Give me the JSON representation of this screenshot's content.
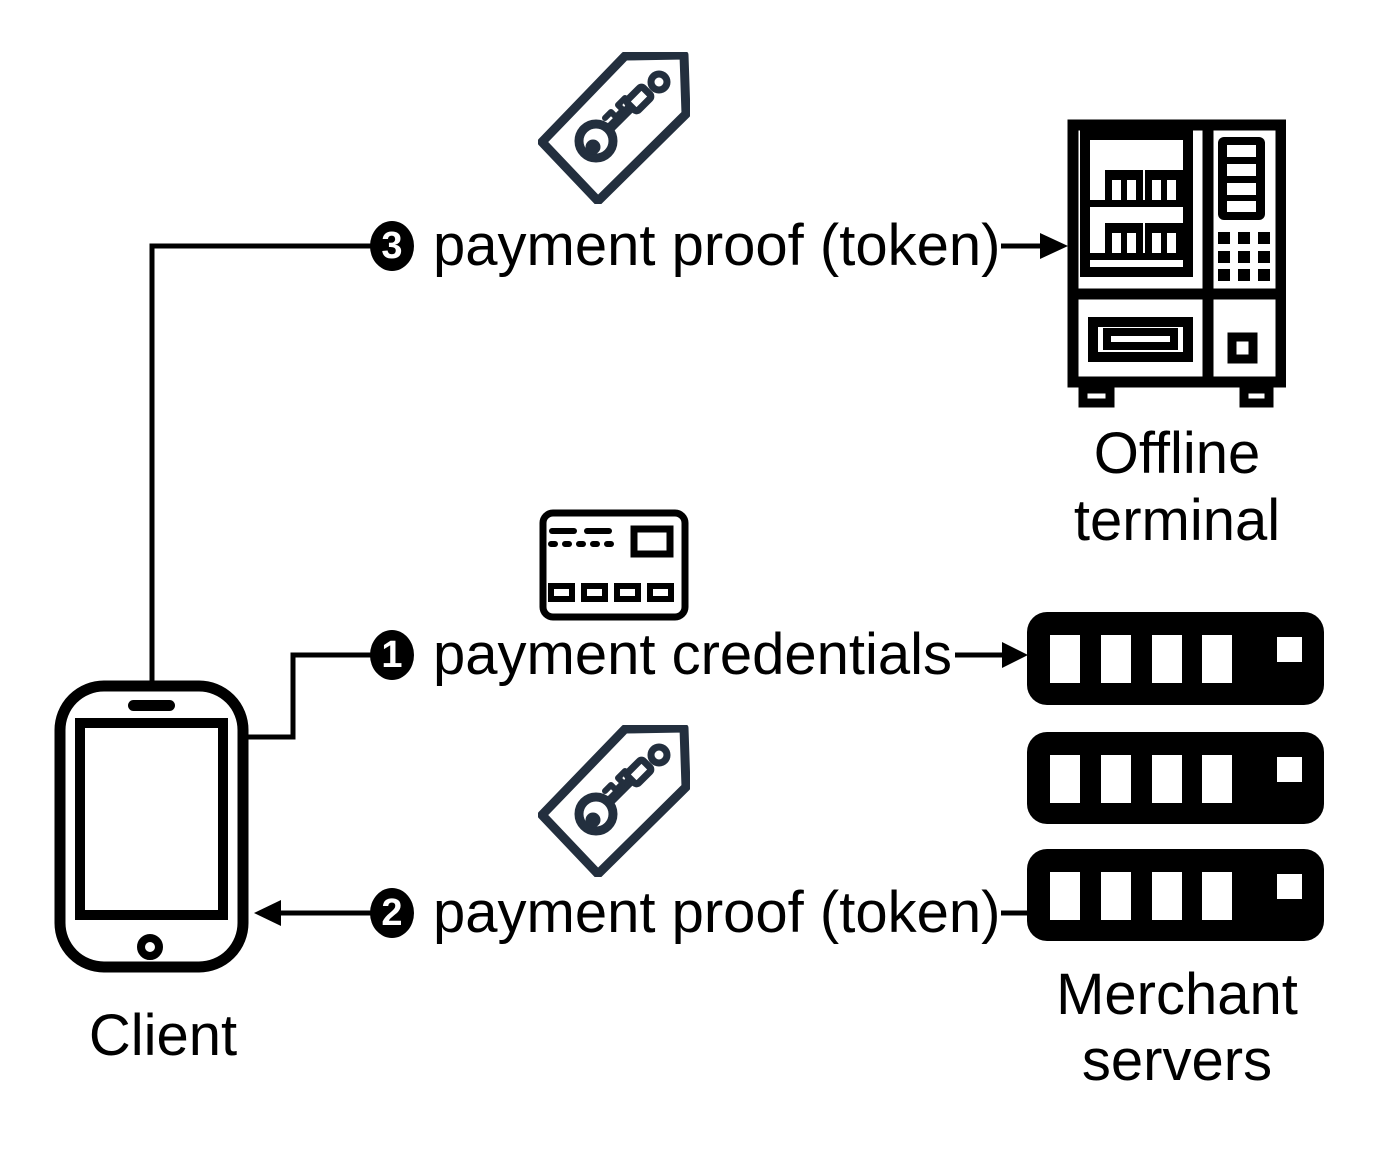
{
  "diagram": {
    "background": "#ffffff",
    "line_color": "#000000",
    "icon_color": "#000000",
    "key_tag_color": "#232f3e",
    "nodes": {
      "client": {
        "label": "Client",
        "icon": "smartphone-icon"
      },
      "offline_terminal": {
        "label": "Offline terminal",
        "icon": "vending-machine-icon"
      },
      "merchant_servers": {
        "label": "Merchant servers",
        "icon": "server-stack-icon"
      }
    },
    "flows": [
      {
        "step": "1",
        "label": "payment credentials",
        "icon": "credit-card-icon",
        "from": "client",
        "to": "merchant_servers"
      },
      {
        "step": "2",
        "label": "payment proof (token)",
        "icon": "key-tag-icon",
        "from": "merchant_servers",
        "to": "client"
      },
      {
        "step": "3",
        "label": "payment proof (token)",
        "icon": "key-tag-icon",
        "from": "client",
        "to": "offline_terminal"
      }
    ]
  }
}
